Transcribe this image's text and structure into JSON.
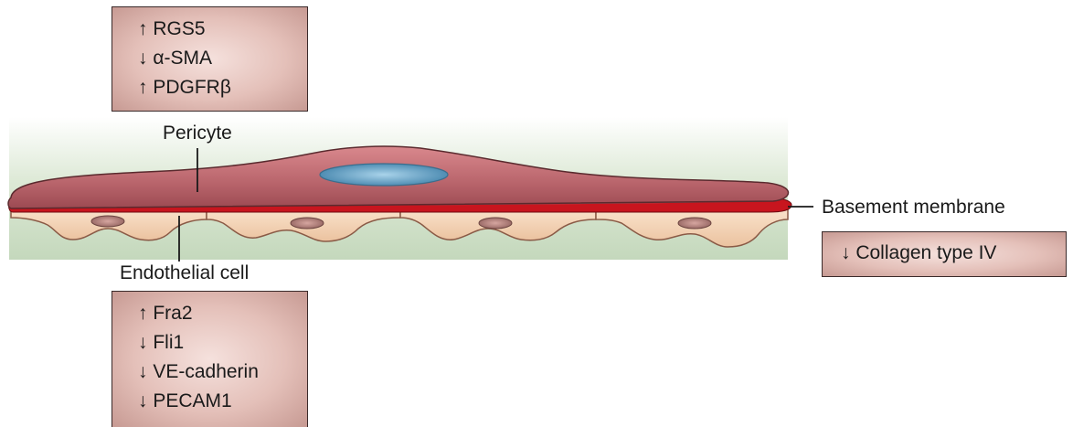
{
  "pericyte_box": {
    "lines": [
      "↑ RGS5",
      "↓ α-SMA",
      "↑ PDGFRβ"
    ]
  },
  "endothelial_box": {
    "lines": [
      "↑ Fra2",
      "↓ Fli1",
      "↓ VE-cadherin",
      "↓ PECAM1"
    ]
  },
  "basement_box": {
    "lines": [
      "↓ Collagen type IV"
    ]
  },
  "labels": {
    "pericyte": "Pericyte",
    "endothelial": "Endothelial cell",
    "basement": "Basement membrane"
  },
  "colors": {
    "background_band": "#c9dcc1",
    "pericyte_body": "#b9676d",
    "nucleus": "#6fa6c6",
    "basement_membrane": "#c8151e",
    "endothelial_cell": "#f3d1b0"
  }
}
